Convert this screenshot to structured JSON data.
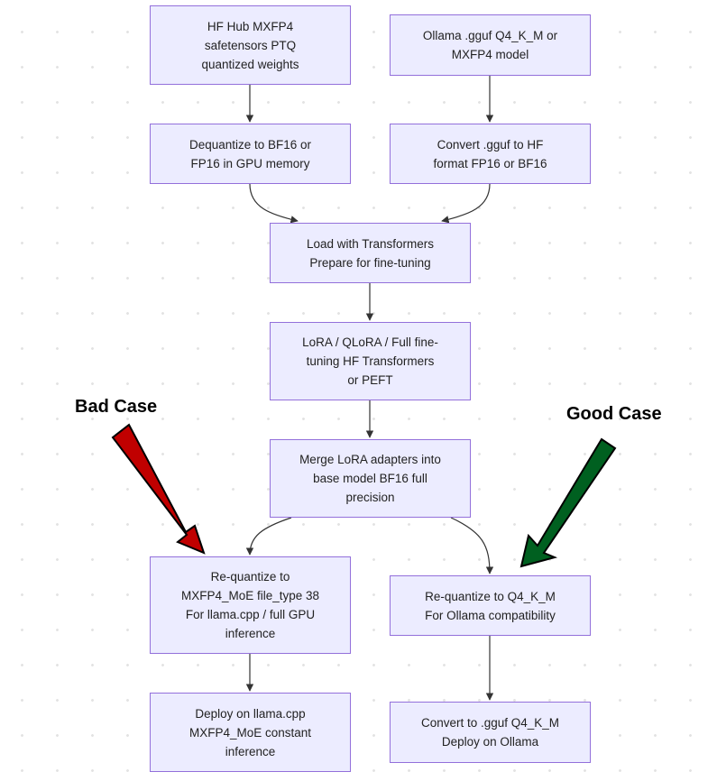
{
  "nodes": {
    "hf_hub": "HF Hub MXFP4\nsafetensors PTQ\nquantized weights",
    "ollama_model": "Ollama .gguf Q4_K_M or\nMXFP4 model",
    "dequantize": "Dequantize to BF16 or\nFP16 in GPU memory",
    "convert_gguf_hf": "Convert .gguf to HF\nformat FP16 or BF16",
    "load_transformers": "Load with Transformers\nPrepare for fine-tuning",
    "finetune": "LoRA / QLoRA / Full fine-\ntuning HF Transformers\nor PEFT",
    "merge_lora": "Merge LoRA adapters into\nbase model BF16 full\nprecision",
    "requant_mxfp4": "Re-quantize to\nMXFP4_MoE file_type 38\nFor llama.cpp / full GPU\ninference",
    "requant_q4km": "Re-quantize to Q4_K_M\nFor Ollama compatibility",
    "deploy_llamacpp": "Deploy on llama.cpp\nMXFP4_MoE constant\ninference",
    "convert_deploy_ollama": "Convert to .gguf Q4_K_M\nDeploy on Ollama"
  },
  "annotations": {
    "bad_case": "Bad Case",
    "good_case": "Good Case"
  },
  "colors": {
    "node_fill": "#ececff",
    "node_border": "#9370db",
    "edge": "#333333",
    "bad_arrow": "#c00000",
    "good_arrow": "#006020"
  }
}
